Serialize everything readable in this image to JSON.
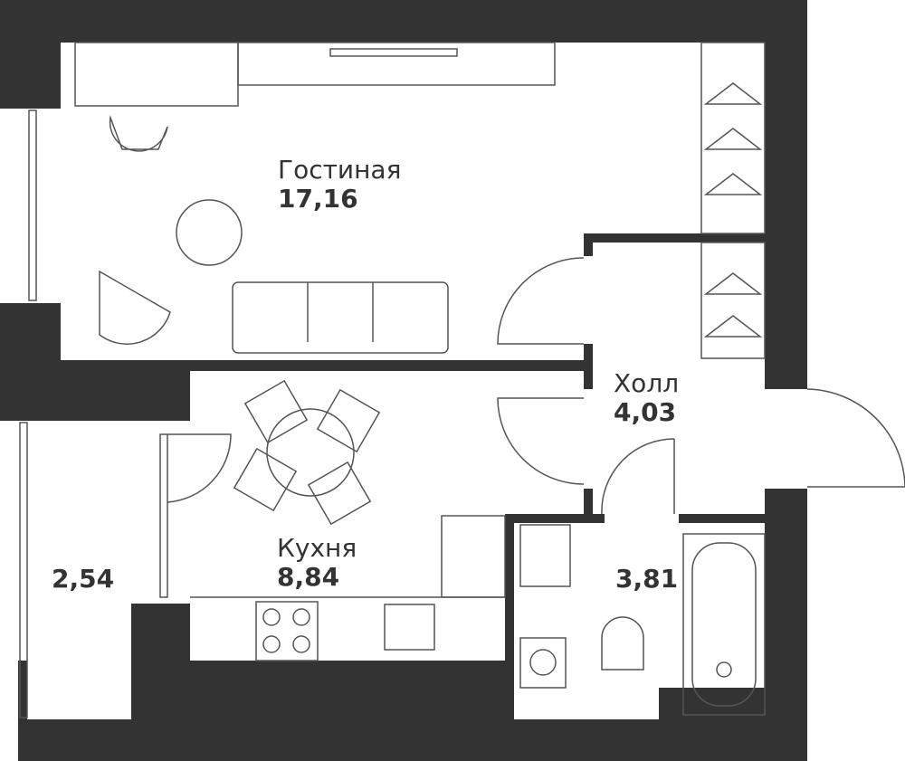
{
  "rooms": {
    "living": {
      "name": "Гостиная",
      "area": "17,16"
    },
    "kitchen": {
      "name": "Кухня",
      "area": "8,84"
    },
    "hall": {
      "name": "Холл",
      "area": "4,03"
    },
    "bathroom": {
      "area": "3,81"
    },
    "balcony": {
      "area": "2,54"
    }
  },
  "colors": {
    "wall": "#333333",
    "line": "#555555"
  }
}
